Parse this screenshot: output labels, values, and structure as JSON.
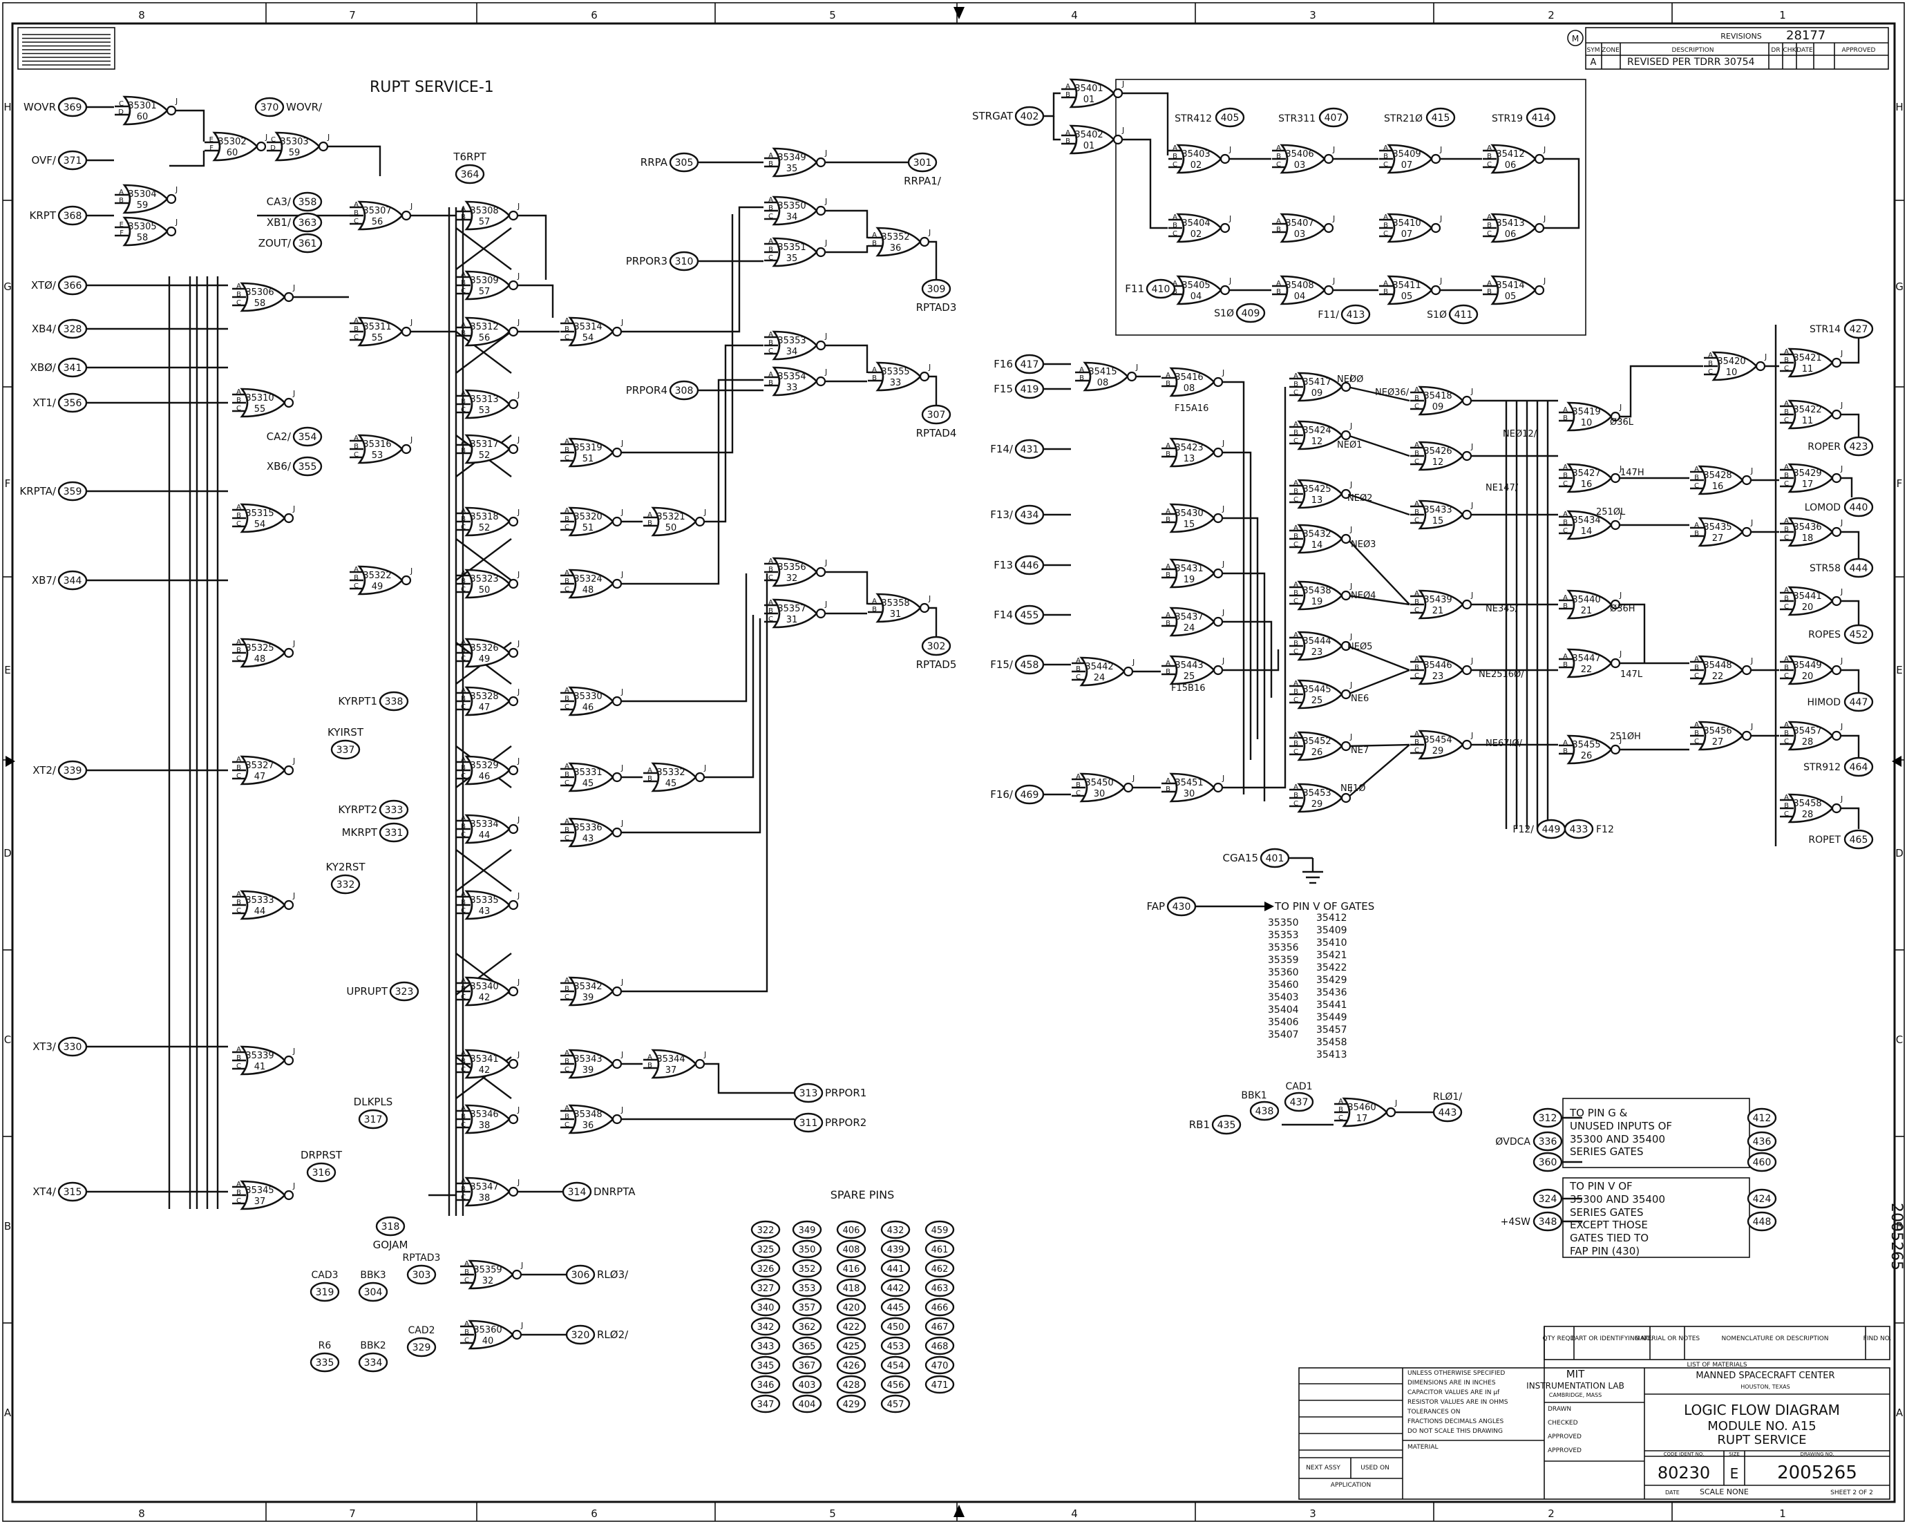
{
  "sheet_title": "RUPT SERVICE-1",
  "zone_columns": [
    "8",
    "7",
    "6",
    "5",
    "4",
    "3",
    "2",
    "1"
  ],
  "zone_rows": [
    "H",
    "G",
    "F",
    "E",
    "D",
    "C",
    "B",
    "A"
  ],
  "left_gates": [
    {
      "id": "35301",
      "n": "60"
    },
    {
      "id": "35302",
      "n": "60"
    },
    {
      "id": "35303",
      "n": "59"
    },
    {
      "id": "35304",
      "n": "59"
    },
    {
      "id": "35305",
      "n": "58"
    },
    {
      "id": "35306",
      "n": "58"
    },
    {
      "id": "35307",
      "n": "56"
    },
    {
      "id": "35308",
      "n": "57"
    },
    {
      "id": "35309",
      "n": "57"
    },
    {
      "id": "35310",
      "n": "55"
    },
    {
      "id": "35311",
      "n": "55"
    },
    {
      "id": "35312",
      "n": "56"
    },
    {
      "id": "35313",
      "n": "53"
    },
    {
      "id": "35314",
      "n": "54"
    },
    {
      "id": "35315",
      "n": "54"
    },
    {
      "id": "35316",
      "n": "53"
    },
    {
      "id": "35317",
      "n": "52"
    },
    {
      "id": "35318",
      "n": "52"
    },
    {
      "id": "35319",
      "n": "51"
    },
    {
      "id": "35320",
      "n": "51"
    },
    {
      "id": "35321",
      "n": "50"
    },
    {
      "id": "35322",
      "n": "49"
    },
    {
      "id": "35323",
      "n": "50"
    },
    {
      "id": "35324",
      "n": "48"
    },
    {
      "id": "35325",
      "n": "48"
    },
    {
      "id": "35326",
      "n": "49"
    },
    {
      "id": "35327",
      "n": "47"
    },
    {
      "id": "35328",
      "n": "47"
    },
    {
      "id": "35329",
      "n": "46"
    },
    {
      "id": "35330",
      "n": "46"
    },
    {
      "id": "35331",
      "n": "45"
    },
    {
      "id": "35332",
      "n": "45"
    },
    {
      "id": "35333",
      "n": "44"
    },
    {
      "id": "35334",
      "n": "44"
    },
    {
      "id": "35335",
      "n": "43"
    },
    {
      "id": "35336",
      "n": "43"
    },
    {
      "id": "35339",
      "n": "41"
    },
    {
      "id": "35340",
      "n": "42"
    },
    {
      "id": "35341",
      "n": "42"
    },
    {
      "id": "35342",
      "n": "39"
    },
    {
      "id": "35343",
      "n": "39"
    },
    {
      "id": "35344",
      "n": "37"
    },
    {
      "id": "35345",
      "n": "37"
    },
    {
      "id": "35346",
      "n": "38"
    },
    {
      "id": "35347",
      "n": "38"
    },
    {
      "id": "35348",
      "n": "36"
    },
    {
      "id": "35349",
      "n": "35"
    },
    {
      "id": "35350",
      "n": "34"
    },
    {
      "id": "35351",
      "n": "35"
    },
    {
      "id": "35352",
      "n": "36"
    },
    {
      "id": "35353",
      "n": "34"
    },
    {
      "id": "35354",
      "n": "33"
    },
    {
      "id": "35355",
      "n": "33"
    },
    {
      "id": "35356",
      "n": "32"
    },
    {
      "id": "35357",
      "n": "31"
    },
    {
      "id": "35358",
      "n": "31"
    },
    {
      "id": "35359",
      "n": "32"
    },
    {
      "id": "35360",
      "n": "40"
    }
  ],
  "right_gates": [
    {
      "id": "35401",
      "n": "01"
    },
    {
      "id": "35402",
      "n": "01"
    },
    {
      "id": "35403",
      "n": "02"
    },
    {
      "id": "35406",
      "n": "03"
    },
    {
      "id": "35409",
      "n": "07"
    },
    {
      "id": "35412",
      "n": "06"
    },
    {
      "id": "35404",
      "n": "02"
    },
    {
      "id": "35407",
      "n": "03"
    },
    {
      "id": "35410",
      "n": "07"
    },
    {
      "id": "35413",
      "n": "06"
    },
    {
      "id": "35405",
      "n": "04"
    },
    {
      "id": "35408",
      "n": "04"
    },
    {
      "id": "35411",
      "n": "05"
    },
    {
      "id": "35414",
      "n": "05"
    },
    {
      "id": "35415",
      "n": "08"
    },
    {
      "id": "35416",
      "n": "08"
    },
    {
      "id": "35417",
      "n": "09"
    },
    {
      "id": "35418",
      "n": "09"
    },
    {
      "id": "35419",
      "n": "10"
    },
    {
      "id": "35420",
      "n": "10"
    },
    {
      "id": "35421",
      "n": "11"
    },
    {
      "id": "35422",
      "n": "11"
    },
    {
      "id": "35423",
      "n": "13"
    },
    {
      "id": "35424",
      "n": "12"
    },
    {
      "id": "35425",
      "n": "13"
    },
    {
      "id": "35426",
      "n": "12"
    },
    {
      "id": "35427",
      "n": "16"
    },
    {
      "id": "35428",
      "n": "16"
    },
    {
      "id": "35429",
      "n": "17"
    },
    {
      "id": "35430",
      "n": "15"
    },
    {
      "id": "35431",
      "n": "19"
    },
    {
      "id": "35432",
      "n": "14"
    },
    {
      "id": "35433",
      "n": "15"
    },
    {
      "id": "35434",
      "n": "14"
    },
    {
      "id": "35435",
      "n": "27"
    },
    {
      "id": "35436",
      "n": "18"
    },
    {
      "id": "35437",
      "n": "24"
    },
    {
      "id": "35438",
      "n": "19"
    },
    {
      "id": "35439",
      "n": "21"
    },
    {
      "id": "35440",
      "n": "21"
    },
    {
      "id": "35441",
      "n": "20"
    },
    {
      "id": "35442",
      "n": "24"
    },
    {
      "id": "35443",
      "n": "25"
    },
    {
      "id": "35444",
      "n": "23"
    },
    {
      "id": "35445",
      "n": "25"
    },
    {
      "id": "35446",
      "n": "23"
    },
    {
      "id": "35447",
      "n": "22"
    },
    {
      "id": "35448",
      "n": "22"
    },
    {
      "id": "35449",
      "n": "20"
    },
    {
      "id": "35450",
      "n": "30"
    },
    {
      "id": "35451",
      "n": "30"
    },
    {
      "id": "35452",
      "n": "26"
    },
    {
      "id": "35453",
      "n": "29"
    },
    {
      "id": "35454",
      "n": "29"
    },
    {
      "id": "35455",
      "n": "26"
    },
    {
      "id": "35456",
      "n": "27"
    },
    {
      "id": "35457",
      "n": "28"
    },
    {
      "id": "35458",
      "n": "28"
    },
    {
      "id": "35460",
      "n": "17"
    }
  ],
  "left_inputs": [
    {
      "name": "WOVR",
      "pin": "369"
    },
    {
      "name": "OVF/",
      "pin": "371"
    },
    {
      "name": "KRPT",
      "pin": "368"
    },
    {
      "name": "XTØ/",
      "pin": "366"
    },
    {
      "name": "XB4/",
      "pin": "328"
    },
    {
      "name": "XBØ/",
      "pin": "341"
    },
    {
      "name": "XT1/",
      "pin": "356"
    },
    {
      "name": "KRPTA/",
      "pin": "359"
    },
    {
      "name": "XB7/",
      "pin": "344"
    },
    {
      "name": "XT2/",
      "pin": "339"
    },
    {
      "name": "XT3/",
      "pin": "330"
    },
    {
      "name": "XT4/",
      "pin": "315"
    }
  ],
  "inner_inputs": [
    {
      "name": "CA3/",
      "pin": "358"
    },
    {
      "name": "XB1/",
      "pin": "363"
    },
    {
      "name": "ZOUT/",
      "pin": "361"
    },
    {
      "name": "T6RPT",
      "pin": "364"
    },
    {
      "name": "CA2/",
      "pin": "354"
    },
    {
      "name": "XB6/",
      "pin": "355"
    },
    {
      "name": "KYIRST",
      "pin": "337"
    },
    {
      "name": "KYRPT1",
      "pin": "338"
    },
    {
      "name": "KYRPT2",
      "pin": "333"
    },
    {
      "name": "MKRPT",
      "pin": "331"
    },
    {
      "name": "KY2RST",
      "pin": "332"
    },
    {
      "name": "UPRUPT",
      "pin": "323"
    },
    {
      "name": "DLKPLS",
      "pin": "317"
    },
    {
      "name": "DRPRST",
      "pin": "316"
    },
    {
      "name": "GOJAM",
      "pin": "318"
    }
  ],
  "left_outputs": [
    {
      "name": "WOVR/",
      "pin": "370"
    },
    {
      "name": "RRPA1/",
      "pin": "301"
    },
    {
      "name": "RPTAD3",
      "pin": "309"
    },
    {
      "name": "RPTAD4",
      "pin": "307"
    },
    {
      "name": "RPTAD5",
      "pin": "302"
    },
    {
      "name": "PRPOR1",
      "pin": "313"
    },
    {
      "name": "PRPOR2",
      "pin": "311"
    },
    {
      "name": "DNRPTA",
      "pin": "314"
    },
    {
      "name": "RLØ3/",
      "pin": "306"
    },
    {
      "name": "RLØ2/",
      "pin": "320"
    }
  ],
  "mid_inputs": [
    {
      "name": "RRPA",
      "pin": "305"
    },
    {
      "name": "PRPOR3",
      "pin": "310"
    },
    {
      "name": "PRPOR4",
      "pin": "308"
    }
  ],
  "bottom_inputs": [
    {
      "name": "CAD3",
      "pin": "319"
    },
    {
      "name": "BBK3",
      "pin": "304"
    },
    {
      "name": "RPTAD3",
      "pin": "303"
    },
    {
      "name": "R6",
      "pin": "335"
    },
    {
      "name": "BBK2",
      "pin": "334"
    },
    {
      "name": "CAD2",
      "pin": "329"
    }
  ],
  "right_top": {
    "strgat": {
      "name": "STRGAT",
      "pin": "402"
    },
    "str": [
      {
        "name": "STR412",
        "pin": "405"
      },
      {
        "name": "STR311",
        "pin": "407"
      },
      {
        "name": "STR21Ø",
        "pin": "415"
      },
      {
        "name": "STR19",
        "pin": "414"
      }
    ],
    "f_in": [
      {
        "name": "F11",
        "pin": "410"
      }
    ],
    "bottom": [
      {
        "name": "S1Ø",
        "pin": "409"
      },
      {
        "name": "F11/",
        "pin": "413"
      },
      {
        "name": "S1Ø",
        "pin": "411"
      }
    ]
  },
  "right_inputs": [
    {
      "name": "F16",
      "pin": "417"
    },
    {
      "name": "F15",
      "pin": "419"
    },
    {
      "name": "F14/",
      "pin": "431"
    },
    {
      "name": "F13/",
      "pin": "434"
    },
    {
      "name": "F13",
      "pin": "446"
    },
    {
      "name": "F14",
      "pin": "455"
    },
    {
      "name": "F15/",
      "pin": "458"
    },
    {
      "name": "F16/",
      "pin": "469"
    }
  ],
  "right_outputs": [
    {
      "name": "STR14",
      "pin": "427"
    },
    {
      "name": "ROPER",
      "pin": "423"
    },
    {
      "name": "LOMOD",
      "pin": "440"
    },
    {
      "name": "STR58",
      "pin": "444"
    },
    {
      "name": "ROPES",
      "pin": "452"
    },
    {
      "name": "HIMOD",
      "pin": "447"
    },
    {
      "name": "STR912",
      "pin": "464"
    },
    {
      "name": "ROPET",
      "pin": "465"
    }
  ],
  "net_labels": [
    "NEØØ",
    "NEØ36/",
    "NEØ1",
    "NEØ12/",
    "NEØ2",
    "NE147/",
    "NEØ3",
    "NEØ4",
    "NE345/",
    "NEØ5",
    "NE6",
    "NE7",
    "NE67IØ/",
    "NE1Ø",
    "NE2516Ø/",
    "147H",
    "147L",
    "251ØL",
    "251ØH",
    "Ø36H",
    "Ø36L",
    "F15A16",
    "F15B16"
  ],
  "misc_pins": {
    "f12": {
      "name": "F12/",
      "pin": "449"
    },
    "f12b": {
      "name": "F12",
      "pin": "433"
    },
    "cgai5": {
      "name": "CGA15",
      "pin": "401"
    },
    "fap": {
      "name": "FAP",
      "pin": "430"
    }
  },
  "fap_note": "TO PIN V OF GATES",
  "fap_col1": [
    "35350",
    "35353",
    "35356",
    "35359",
    "35360",
    "35460",
    "35403",
    "35404",
    "35406",
    "35407"
  ],
  "fap_col2": [
    "35412",
    "35409",
    "35410",
    "35421",
    "35422",
    "35429",
    "35436",
    "35441",
    "35449",
    "35457",
    "35458",
    "35413"
  ],
  "rl_gate": {
    "inputs": [
      {
        "name": "RB1",
        "pin": "435"
      },
      {
        "name": "BBK1",
        "pin": "438"
      },
      {
        "name": "CAD1",
        "pin": "437"
      }
    ],
    "output": {
      "name": "RLØ1/",
      "pin": "443"
    }
  },
  "tie_box1": {
    "left": [
      "312",
      "336",
      "360"
    ],
    "label": "ØVDCA",
    "text": "TO PIN G &\nUNUSED INPUTS OF\n35300 AND 35400\nSERIES GATES",
    "right": [
      "412",
      "436",
      "460"
    ]
  },
  "tie_box2": {
    "left": [
      "324",
      "348"
    ],
    "label": "+4SW",
    "text": "TO PIN V OF\n35300 AND 35400\nSERIES GATES\nEXCEPT THOSE\nGATES TIED TO\nFAP PIN (430)",
    "right": [
      "424",
      "448"
    ]
  },
  "spare_title": "SPARE PINS",
  "spare_pins": [
    [
      "322",
      "349",
      "406",
      "432",
      "459"
    ],
    [
      "325",
      "350",
      "408",
      "439",
      "461"
    ],
    [
      "326",
      "352",
      "416",
      "441",
      "462"
    ],
    [
      "327",
      "353",
      "418",
      "442",
      "463"
    ],
    [
      "340",
      "357",
      "420",
      "445",
      "466"
    ],
    [
      "342",
      "362",
      "422",
      "450",
      "467"
    ],
    [
      "343",
      "365",
      "425",
      "453",
      "468"
    ],
    [
      "345",
      "367",
      "426",
      "454",
      "470"
    ],
    [
      "346",
      "403",
      "428",
      "456",
      "471"
    ],
    [
      "347",
      "404",
      "429",
      "457",
      ""
    ]
  ],
  "revisions": {
    "title": "REVISIONS",
    "cols": [
      "SYM",
      "ZONE",
      "DESCRIPTION",
      "DR",
      "CHK",
      "DATE",
      "APPROVED"
    ],
    "row": [
      "A",
      "",
      "REVISED PER TDRR 30754",
      "",
      "",
      "",
      ""
    ],
    "mark": "M",
    "handwritten": "28177"
  },
  "title_block": {
    "mit": "MIT",
    "lab": "INSTRUMENTATION LAB",
    "city": "CAMBRIDGE, MASS",
    "msc": "MANNED SPACECRAFT CENTER",
    "houston": "HOUSTON, TEXAS",
    "title1": "LOGIC FLOW DIAGRAM",
    "title2": "MODULE NO. A15",
    "title3": "RUPT SERVICE",
    "code_ident": "80230",
    "size": "E",
    "drawing_no": "2005265",
    "scale": "NONE",
    "sheet": "SHEET 2 OF 2",
    "notes": [
      "UNLESS OTHERWISE SPECIFIED",
      "DIMENSIONS ARE IN INCHES",
      "CAPACITOR VALUES ARE IN µf",
      "RESISTOR VALUES ARE IN OHMS",
      "TOLERANCES ON",
      "FRACTIONS   DECIMALS   ANGLES",
      "DO NOT SCALE THIS DRAWING"
    ],
    "material": "MATERIAL",
    "list_of_materials": "LIST OF MATERIALS",
    "hdr": [
      "QTY REQD",
      "PART OR IDENTIFYING NO.",
      "MATERIAL OR NOTES",
      "NOMENCLATURE OR DESCRIPTION",
      "FIND NO."
    ],
    "roles": [
      "DRAWN",
      "CHECKED",
      "APPROVED",
      "APPROVED"
    ],
    "next_assy": "NEXT ASSY",
    "used_on": "USED ON",
    "application": "APPLICATION",
    "code_ident_label": "CODE IDENT NO.",
    "size_label": "SIZE",
    "drawing_no_label": "DRAWING NO.",
    "scale_label": "SCALE",
    "date_label": "DATE"
  },
  "side_number": "2005265"
}
